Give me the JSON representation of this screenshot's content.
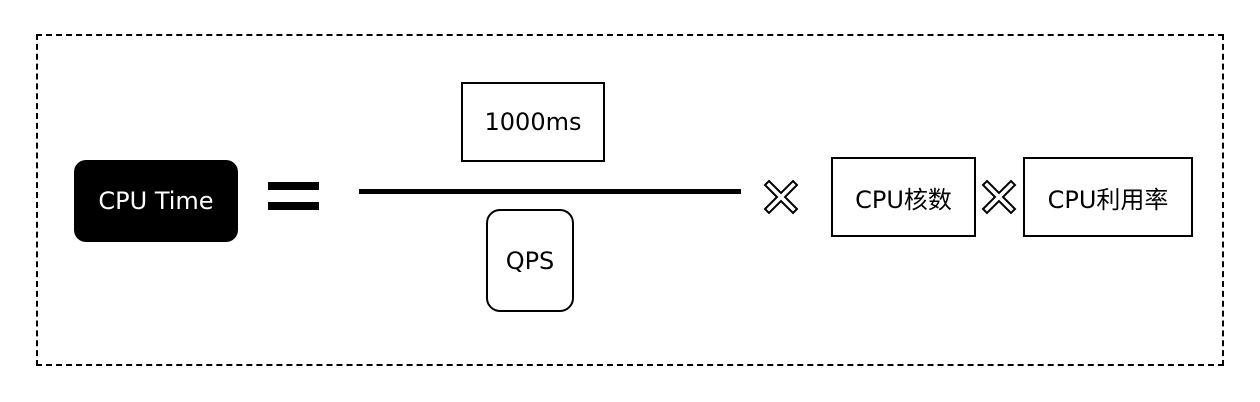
{
  "formula": {
    "result_label": "CPU Time",
    "numerator_label": "1000ms",
    "denominator_label": "QPS",
    "cores_label": "CPU核数",
    "utilization_label": "CPU利用率"
  },
  "symbols": {
    "equals_icon": "equals-icon",
    "multiply_icon": "multiply-icon"
  },
  "colors": {
    "stroke": "#000000",
    "dark_fill": "#000000",
    "light_text": "#ffffff",
    "background": "#ffffff"
  }
}
